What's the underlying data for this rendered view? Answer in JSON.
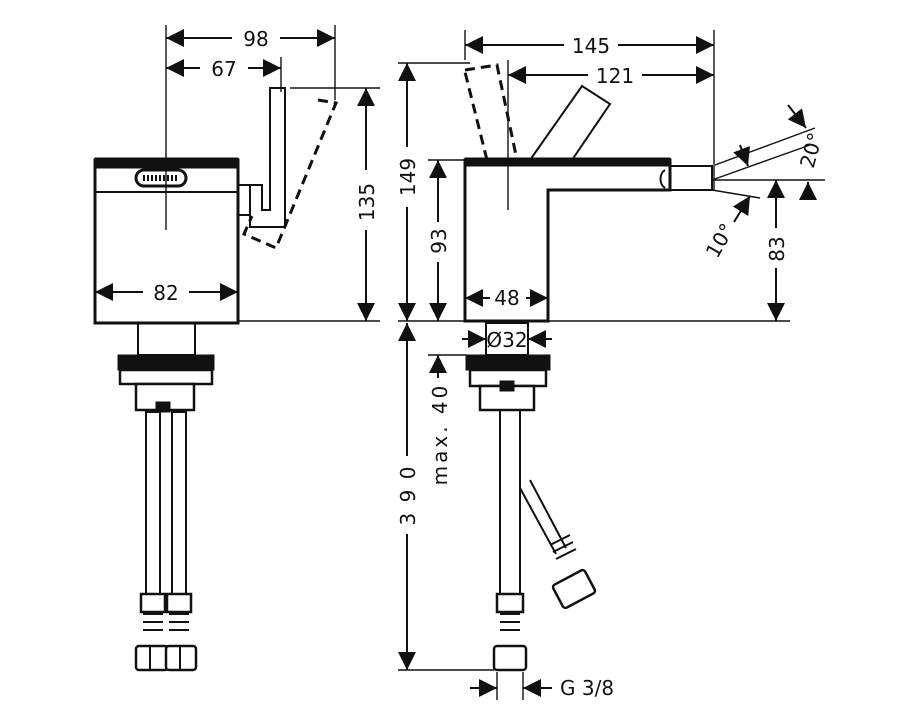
{
  "dimensions": {
    "d98": "98",
    "d67": "67",
    "d82": "82",
    "d135": "135",
    "d145": "145",
    "d121": "121",
    "d149": "149",
    "d93": "93",
    "d48": "48",
    "d20deg": "20°",
    "d10deg": "10°",
    "d83": "83",
    "d32": "Ø32",
    "dmax40": "max. 40",
    "d390": "3 9 0",
    "thread": "G 3/8"
  }
}
